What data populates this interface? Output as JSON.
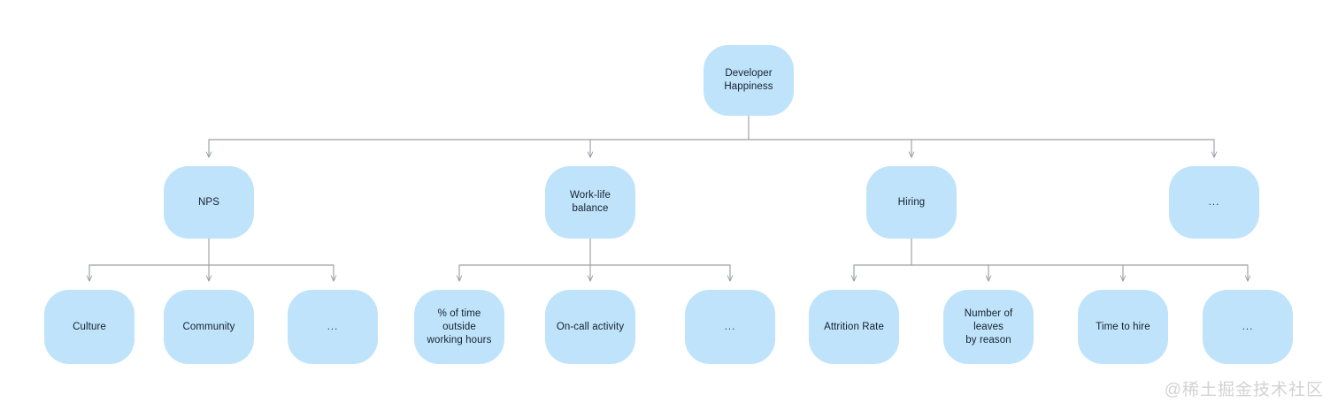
{
  "diagram": {
    "type": "tree",
    "title_node": "Developer Happiness",
    "background_color": "#ffffff",
    "node_fill_color": "#bfe3fb",
    "node_text_color": "#16212e",
    "connector_color": "#9aa0a6",
    "levels": 3,
    "nodes": {
      "root": {
        "label": "Developer\nHappiness"
      },
      "l2": [
        {
          "label": "NPS"
        },
        {
          "label": "Work-life balance"
        },
        {
          "label": "Hiring"
        },
        {
          "label": "..."
        }
      ],
      "l3_nps": [
        {
          "label": "Culture"
        },
        {
          "label": "Community"
        },
        {
          "label": "..."
        }
      ],
      "l3_wlb": [
        {
          "label": "% of time outside\nworking hours"
        },
        {
          "label": "On-call activity"
        },
        {
          "label": "..."
        }
      ],
      "l3_hiring": [
        {
          "label": "Attrition Rate"
        },
        {
          "label": "Number of leaves\nby reason"
        },
        {
          "label": "Time to hire"
        },
        {
          "label": "..."
        }
      ]
    }
  },
  "watermark": {
    "text": "@稀土掘金技术社区",
    "color": "#d2d2d2"
  }
}
